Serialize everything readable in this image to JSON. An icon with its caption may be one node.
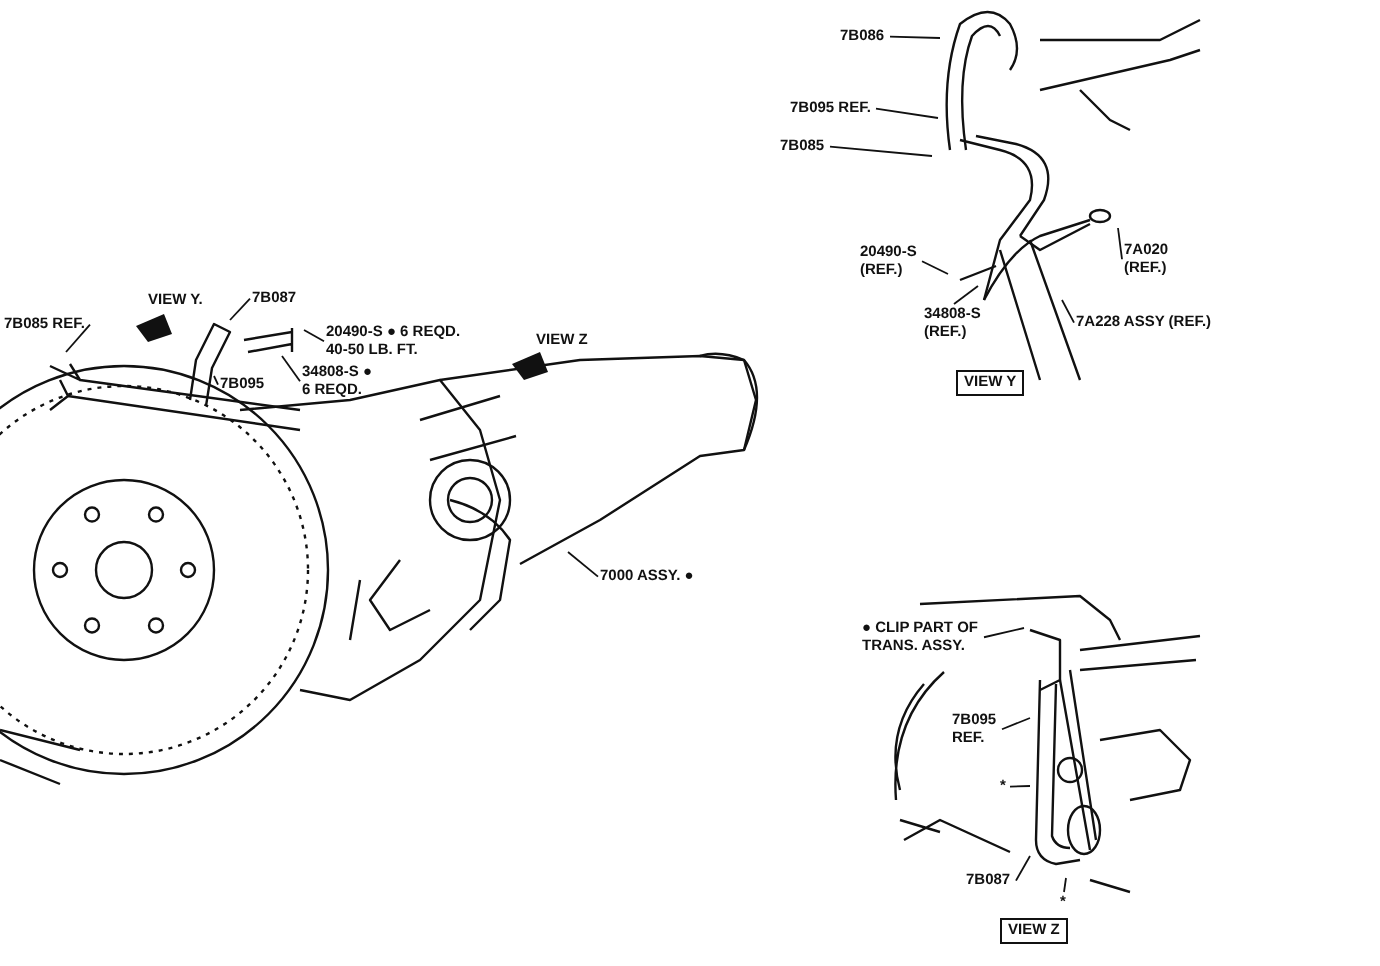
{
  "diagram": {
    "nodes": [
      {
        "text": [
          "7B085 REF."
        ]
      },
      {
        "text": [
          "7B087"
        ]
      },
      {
        "text": [
          "20490-S ● 6 REQD. 40-50 LB. FT."
        ]
      },
      {
        "text": [
          "34808-S ● 6 REQD."
        ]
      },
      {
        "text": [
          "7B095"
        ]
      },
      {
        "text": [
          "7000 ASSY. ●"
        ]
      },
      {
        "text": [
          "7B086"
        ]
      },
      {
        "text": [
          "7B095 REF."
        ]
      },
      {
        "text": [
          "7B085"
        ]
      },
      {
        "text": [
          "20490-S (REF.)"
        ]
      },
      {
        "text": [
          "34808-S (REF.)"
        ]
      },
      {
        "text": [
          "7A020 (REF.)"
        ]
      },
      {
        "text": [
          "7A228 ASSY (REF.)"
        ]
      },
      {
        "text": [
          "VIEW Y"
        ]
      },
      {
        "text": [
          "● CLIP PART OF TRANS. ASSY."
        ]
      },
      {
        "text": [
          "7B095 REF."
        ]
      },
      {
        "text": [
          "*"
        ]
      },
      {
        "text": [
          "7B087"
        ]
      },
      {
        "text": [
          "*"
        ]
      },
      {
        "text": [
          "VIEW Z"
        ]
      }
    ],
    "edges": [
      {
        "from": 0,
        "to": null,
        "arrow": "none"
      },
      {
        "from": 1,
        "to": null,
        "arrow": "none"
      },
      {
        "from": 2,
        "to": null,
        "arrow": "none"
      },
      {
        "from": 3,
        "to": null,
        "arrow": "none"
      },
      {
        "from": 4,
        "to": null,
        "arrow": "none"
      },
      {
        "from": 5,
        "to": null,
        "arrow": "none"
      },
      {
        "from": 6,
        "to": null,
        "arrow": "none"
      },
      {
        "from": 7,
        "to": null,
        "arrow": "none"
      },
      {
        "from": 8,
        "to": null,
        "arrow": "none"
      },
      {
        "from": 9,
        "to": null,
        "arrow": "none"
      },
      {
        "from": 10,
        "to": null,
        "arrow": "none"
      },
      {
        "from": 11,
        "to": null,
        "arrow": "none"
      },
      {
        "from": 12,
        "to": null,
        "arrow": "none"
      },
      {
        "from": 14,
        "to": null,
        "arrow": "none"
      },
      {
        "from": 15,
        "to": null,
        "arrow": "none"
      },
      {
        "from": 16,
        "to": null,
        "arrow": "none"
      },
      {
        "from": 17,
        "to": null,
        "arrow": "none"
      },
      {
        "from": 18,
        "to": null,
        "arrow": "none"
      }
    ],
    "labels": [
      "VIEW Y.",
      "VIEW Z"
    ]
  }
}
